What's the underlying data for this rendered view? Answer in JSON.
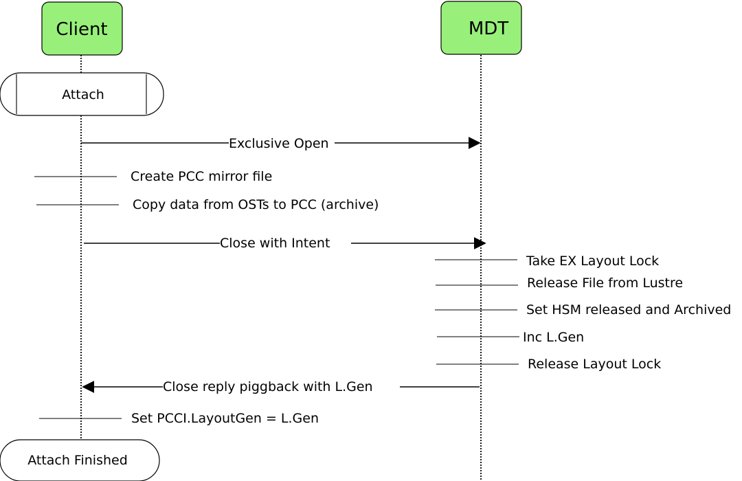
{
  "diagram": {
    "actors": {
      "client": {
        "label": "Client",
        "fill": "#98f07a"
      },
      "mdt": {
        "label": "MDT",
        "fill": "#98f07a"
      }
    },
    "attach_box": "Attach",
    "attach_finished": "Attach Finished",
    "messages": {
      "exclusive_open": "Exclusive Open",
      "create_mirror": "Create PCC mirror file",
      "copy_data": "Copy data from OSTs to PCC (archive)",
      "close_intent": "Close with Intent",
      "take_lock": "Take EX Layout Lock",
      "release_file": "Release File from Lustre",
      "set_hsm": "Set HSM released and Archived",
      "inc_gen": "Inc L.Gen",
      "release_lock": "Release Layout Lock",
      "close_reply": "Close reply piggback with L.Gen",
      "set_layout_gen": "Set PCCI.LayoutGen = L.Gen"
    }
  }
}
